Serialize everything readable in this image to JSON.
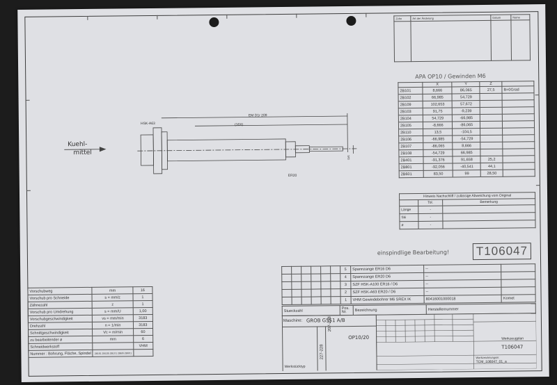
{
  "revision": {
    "col_symbol": "Zchn",
    "col_change": "Art der Änderung",
    "col_date": "Datum",
    "col_name": "Name"
  },
  "apa": {
    "title": "APA OP10 / Gewinden M6",
    "headers": [
      "",
      "X",
      "Y",
      "Z",
      ""
    ],
    "rows": [
      [
        "2B101",
        "8,666",
        "86,065",
        "27,5",
        "B=0Grad"
      ],
      [
        "2B102",
        "66,985",
        "54,729",
        "",
        ""
      ],
      [
        "2B109",
        "102,653",
        "57,672",
        "",
        ""
      ],
      [
        "2B103",
        "91,75",
        "-9,239",
        "",
        ""
      ],
      [
        "2B104",
        "54,729",
        "-66,985",
        "",
        ""
      ],
      [
        "2B105",
        "-8,666",
        "-86,065",
        "",
        ""
      ],
      [
        "2B110",
        "13,5",
        "-104,5",
        "",
        ""
      ],
      [
        "2B106",
        "-66,985",
        "-54,729",
        "",
        ""
      ],
      [
        "2B107",
        "-86,065",
        "8,666",
        "",
        ""
      ],
      [
        "2B108",
        "-54,729",
        "66,985",
        "",
        ""
      ],
      [
        "2B401",
        "-91,376",
        "91,658",
        "25,2",
        ""
      ],
      [
        "2B801",
        "-92,056",
        "-40,541",
        "44,1",
        ""
      ],
      [
        "2B601",
        "83,50",
        "99",
        "28,50",
        ""
      ]
    ]
  },
  "hinweis": {
    "title": "Hinweis Nachschliff / zulässige Abweichung vom Original",
    "col_tol": "Tol.",
    "col_remark": "Bemerkung",
    "rows": [
      [
        "Länge",
        "-",
        ""
      ],
      [
        "Ski",
        "-",
        ""
      ],
      [
        "ø",
        "-",
        ""
      ]
    ]
  },
  "drawing": {
    "kuehl_1": "Kuehl-",
    "kuehl_2": "mittel",
    "hsk": "HSK-A63",
    "em1": "EM D1r 209",
    "em2": "(16X)",
    "er": "ER20",
    "dim": "D/6"
  },
  "note": "einspindlige Bearbeitung!",
  "tool_code": "T106047",
  "parts": {
    "rows": [
      [
        "5",
        "Spannzange ER16 D6",
        "--",
        ""
      ],
      [
        "4",
        "Spannzange ER20 D6",
        "--",
        ""
      ],
      [
        "3",
        "SZF HSK-A100 ER16 / D6",
        "--",
        ""
      ],
      [
        "2",
        "SZF HSK-A63 ER20 / D6",
        "--",
        ""
      ],
      [
        "1",
        "VHM Gewindebohrer M6 SREX IK",
        "80416001000018",
        "Komet"
      ]
    ],
    "h_count": "Stueckzahl",
    "h_pos": "Pos. Nr.",
    "h_desc": "Bezeichnung",
    "h_mfr": "Herstellernummer"
  },
  "machine": {
    "label": "Maschine:",
    "value": "GROB G551 A/B",
    "op": "OP10/20",
    "part1": "207-228",
    "part2": "227-228",
    "piece_label": "Werkstücktyp"
  },
  "params": [
    [
      "Vorschubweg",
      "mm",
      "16"
    ],
    [
      "Vorschub pro Schneide",
      "s = mm/z",
      "1"
    ],
    [
      "Zähnezahl",
      "z",
      "1"
    ],
    [
      "Vorschub pro Umdrehung",
      "s = mm/U",
      "1,00"
    ],
    [
      "Vorschubgeschwindigkeit",
      "vs = mm/min",
      "3183"
    ],
    [
      "Drehzahl",
      "n = 1/min",
      "3183"
    ],
    [
      "Schnittgeschwindigkeit",
      "Vc = m/min",
      "60"
    ],
    [
      "zu bearbeitender ø",
      "mm",
      "6"
    ],
    [
      "Schneidwerkstoff",
      "",
      "VHM"
    ],
    [
      "Nummer : Bohrung, Fläche, Spindel",
      "28161 2B105 2B1X1 2BB6 2B6X1",
      ""
    ]
  ],
  "titleblock": {
    "plan_label": "Werkzeugplan",
    "plan_no": "T106047",
    "drawing_label": "Werkzeichnungsnr.",
    "drawing_no": "TCM_106047_01_a"
  },
  "colors": {
    "paper": "#dfe0e4",
    "ink": "#333333",
    "background": "#1c1c1c"
  }
}
